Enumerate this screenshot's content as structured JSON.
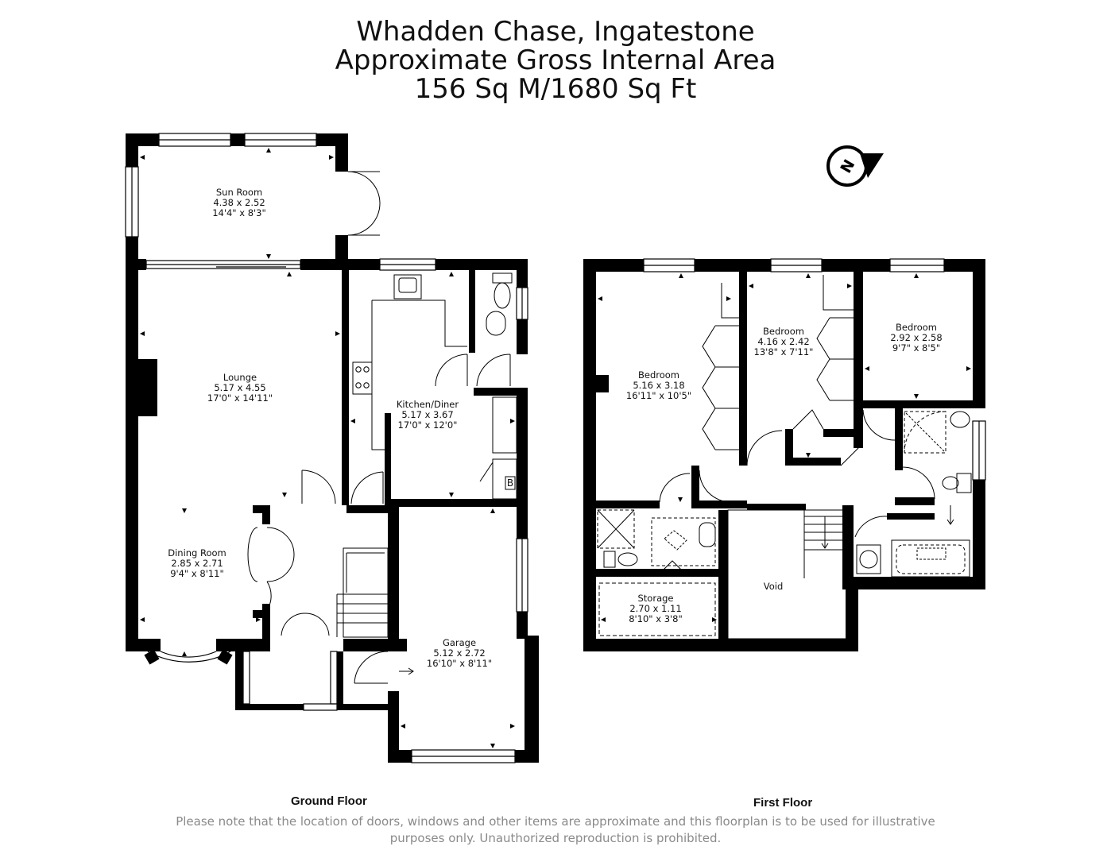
{
  "header": {
    "line1": "Whadden Chase, Ingatestone",
    "line2": "Approximate Gross Internal Area",
    "line3": "156 Sq M/1680 Sq Ft"
  },
  "compass": {
    "letter": "N",
    "icon": "north-arrow-icon"
  },
  "ground_floor": {
    "label": "Ground Floor",
    "rooms": [
      {
        "id": "sun-room",
        "name": "Sun Room",
        "metric": "4.38  x 2.52",
        "imperial": "14'4\" x 8'3\""
      },
      {
        "id": "lounge",
        "name": "Lounge",
        "metric": "5.17  x 4.55",
        "imperial": "17'0\" x 14'11\""
      },
      {
        "id": "kitchen-diner",
        "name": "Kitchen/Diner",
        "metric": "5.17 x 3.67",
        "imperial": "17'0\" x 12'0\""
      },
      {
        "id": "dining-room",
        "name": "Dining Room",
        "metric": "2.85  x 2.71",
        "imperial": "9'4\" x 8'11\""
      },
      {
        "id": "garage",
        "name": "Garage",
        "metric": "5.12  x 2.72",
        "imperial": "16'10\" x 8'11\""
      }
    ],
    "boiler_mark": "B"
  },
  "first_floor": {
    "label": "First Floor",
    "rooms": [
      {
        "id": "bedroom-1",
        "name": "Bedroom",
        "metric": "5.16  x 3.18",
        "imperial": "16'11\" x 10'5\""
      },
      {
        "id": "bedroom-2",
        "name": "Bedroom",
        "metric": "4.16  x 2.42",
        "imperial": "13'8\" x 7'11\""
      },
      {
        "id": "bedroom-3",
        "name": "Bedroom",
        "metric": "2.92  x 2.58",
        "imperial": "9'7\" x 8'5\""
      },
      {
        "id": "storage",
        "name": "Storage",
        "metric": "2.70  x 1.11",
        "imperial": "8'10\" x 3'8\""
      },
      {
        "id": "void",
        "name": "Void"
      }
    ]
  },
  "disclaimer": {
    "line1": "Please note that the location of doors, windows and other items are approximate and this floorplan is to be used for illustrative",
    "line2": "purposes only. Unauthorized reproduction is prohibited."
  },
  "colors": {
    "wall": "#000000",
    "text": "#111111",
    "note": "#8a8a8a"
  }
}
